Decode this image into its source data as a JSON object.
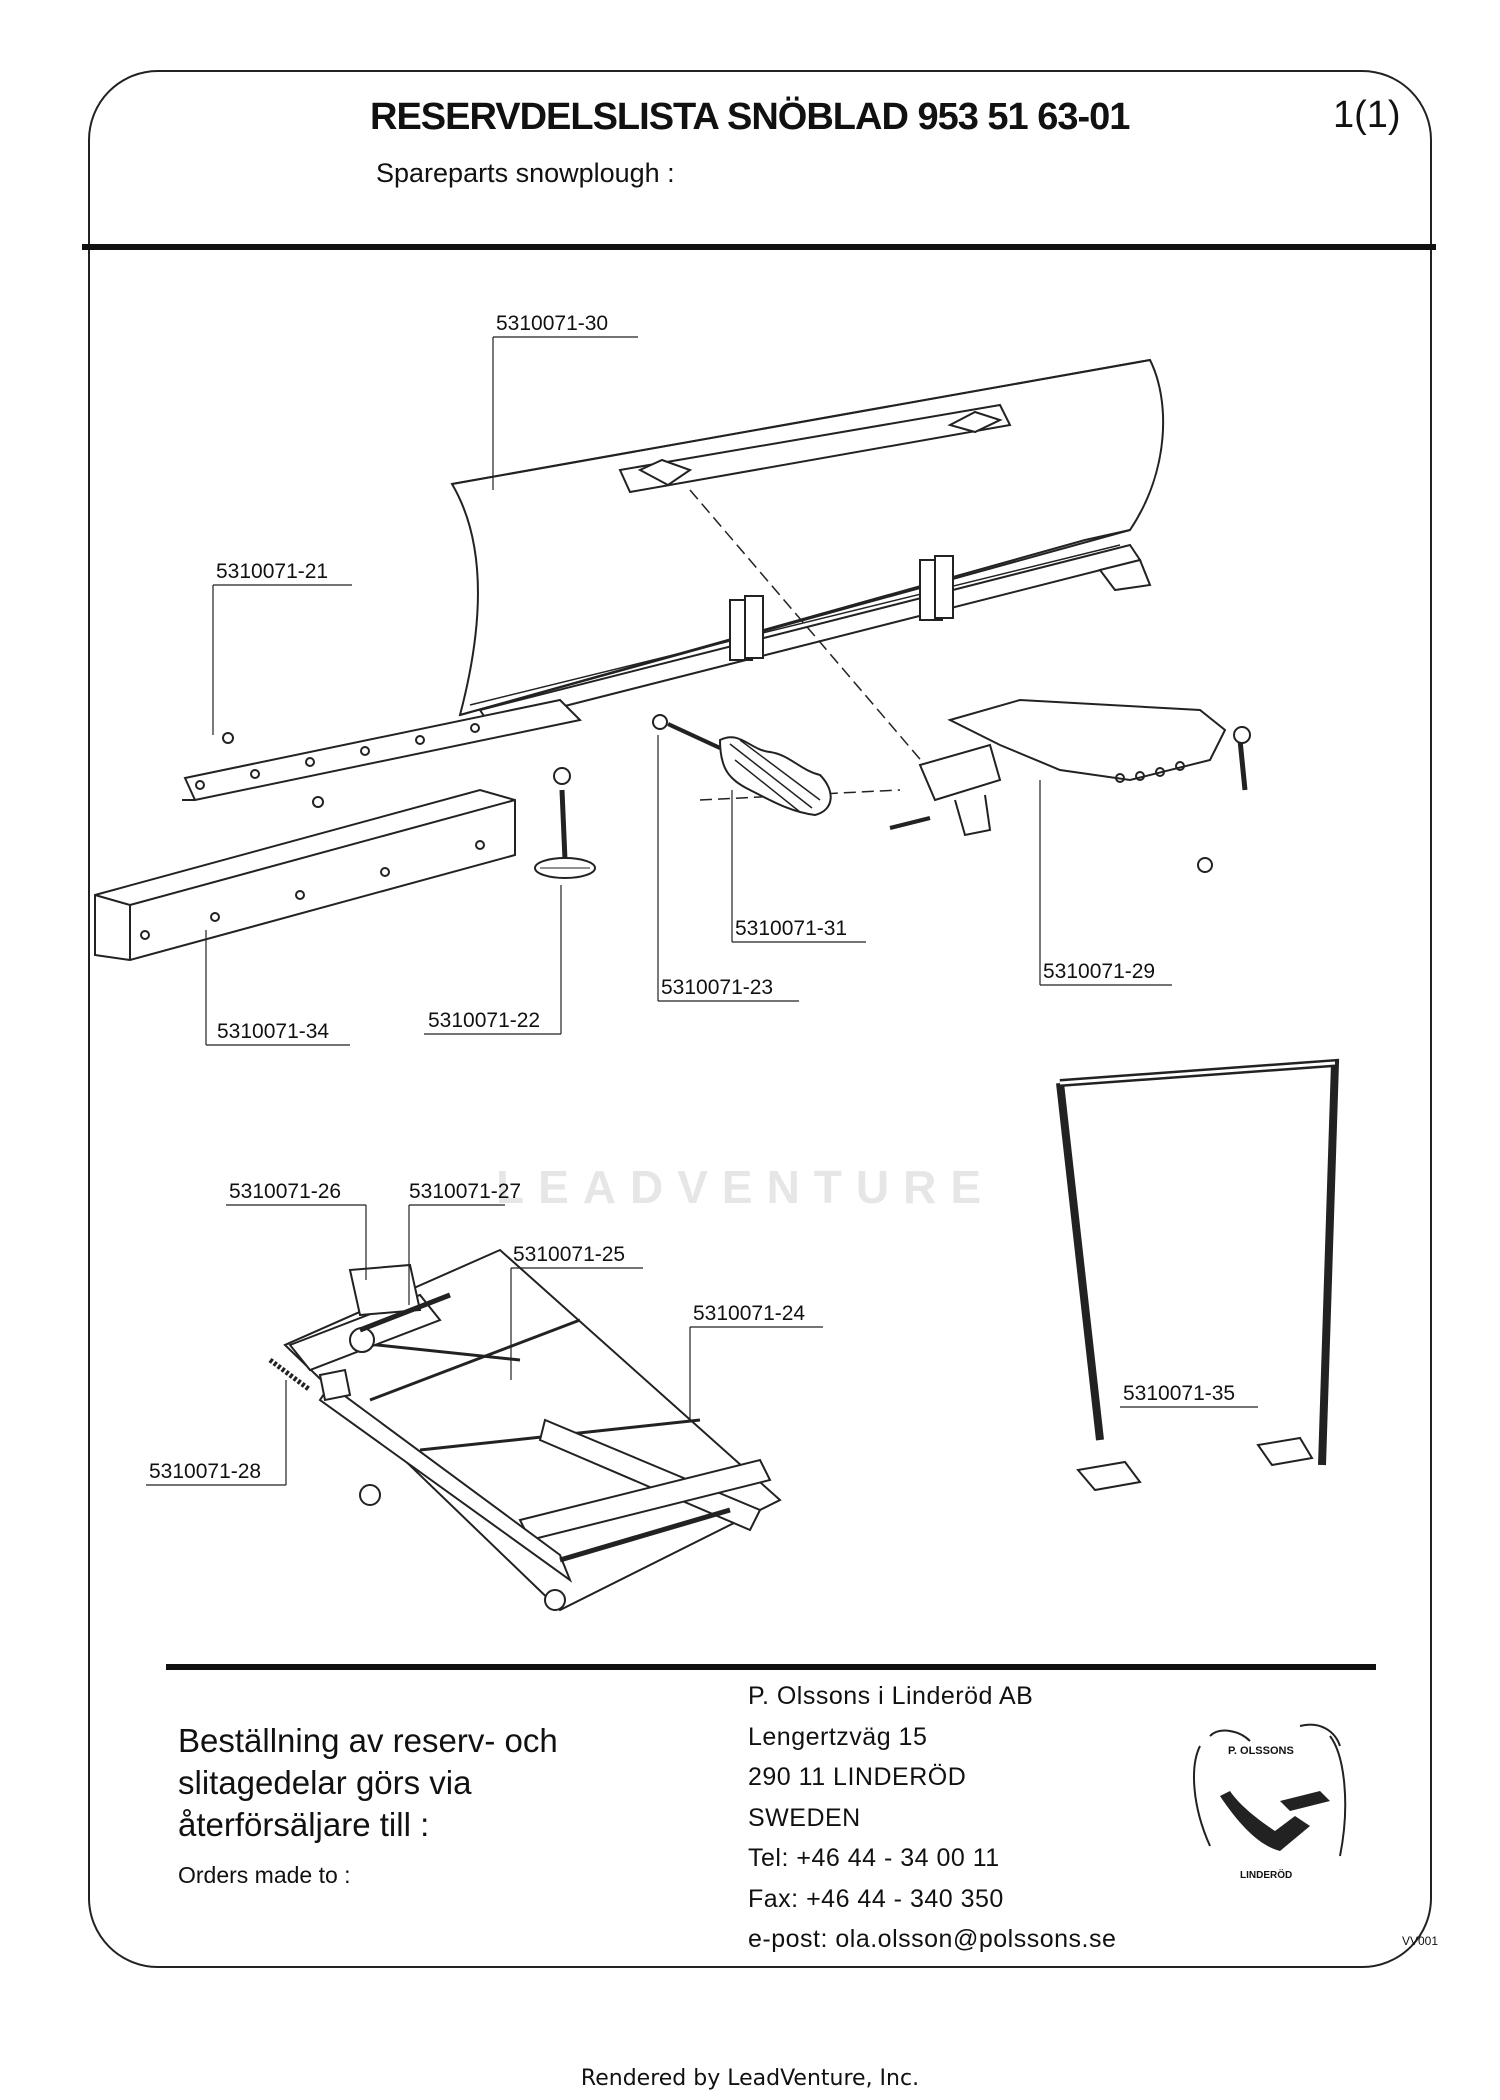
{
  "header": {
    "title": "RESERVDELSLISTA SNÖBLAD 953 51 63-01",
    "subtitle": "Spareparts snowplough :",
    "page_number": "1(1)"
  },
  "parts": [
    {
      "id": "p30",
      "label": "5310071-30"
    },
    {
      "id": "p21",
      "label": "5310071-21"
    },
    {
      "id": "p31",
      "label": "5310071-31"
    },
    {
      "id": "p29",
      "label": "5310071-29"
    },
    {
      "id": "p23",
      "label": "5310071-23"
    },
    {
      "id": "p34",
      "label": "5310071-34"
    },
    {
      "id": "p22",
      "label": "5310071-22"
    },
    {
      "id": "p26",
      "label": "5310071-26"
    },
    {
      "id": "p27",
      "label": "5310071-27"
    },
    {
      "id": "p25",
      "label": "5310071-25"
    },
    {
      "id": "p24",
      "label": "5310071-24"
    },
    {
      "id": "p35",
      "label": "5310071-35"
    },
    {
      "id": "p28",
      "label": "5310071-28"
    }
  ],
  "order_info": {
    "text_sv": "Beställning av reserv- och slitagedelar görs via återförsäljare till :",
    "text_en": "Orders made to :"
  },
  "company": {
    "name": "P. Olssons i Linderöd AB",
    "street": "Lengertzväg 15",
    "city": "290 11 LINDERÖD",
    "country": "SWEDEN",
    "tel": "Tel: +46 44 - 34 00 11",
    "fax": "Fax: +46 44 - 340 350",
    "email": "e-post: ola.olsson@polssons.se"
  },
  "logo": {
    "top_text": "P. OLSSONS",
    "bottom_text": "LINDERÖD"
  },
  "watermark": "LEADVENTURE",
  "doc_ref": "VV001",
  "footer": "Rendered by LeadVenture, Inc."
}
